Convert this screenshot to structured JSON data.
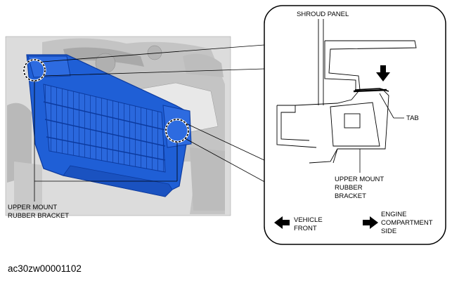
{
  "figure_id": "ac30zw00001102",
  "labels": {
    "shroud_panel": "SHROUD PANEL",
    "tab": "TAB",
    "detail_bracket": [
      "UPPER MOUNT",
      "RUBBER",
      "BRACKET"
    ],
    "main_bracket": [
      "UPPER MOUNT",
      "RUBBER BRACKET"
    ],
    "vehicle_front": [
      "VEHICLE",
      "FRONT"
    ],
    "engine_side": [
      "ENGINE",
      "COMPARTMENT",
      "SIDE"
    ]
  },
  "colors": {
    "shroud_blue": "#1f5fd6",
    "shroud_dark": "#0c3a9e",
    "engine_gray": "#cfcfcf",
    "line": "#000000"
  },
  "icons": [
    "arrow-left-icon",
    "arrow-right-icon",
    "arrow-down-icon"
  ]
}
